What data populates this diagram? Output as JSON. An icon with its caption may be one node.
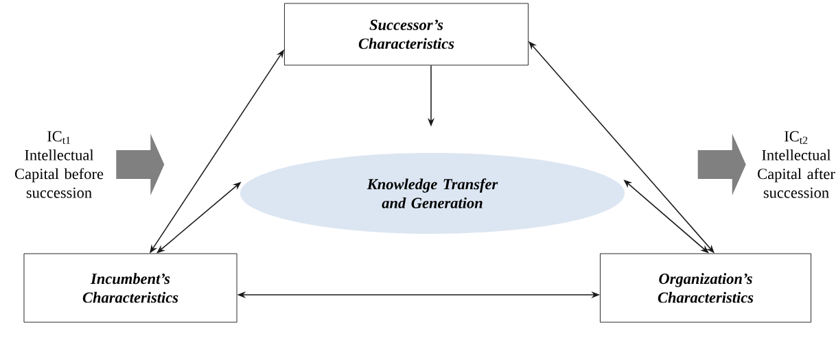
{
  "diagram": {
    "nodes": [
      {
        "text": [
          "Successor’s Characteristics"
        ]
      },
      {
        "text": [
          "Knowledge Transfer and Generation"
        ]
      },
      {
        "text": [
          "IC$_{t1}$",
          "Intellectual Capital before succession"
        ]
      },
      {
        "text": [
          "IC$_{t2}$",
          "Intellectual Capital after succession"
        ]
      },
      {
        "text": [
          "Incumbent’s Characteristics"
        ]
      },
      {
        "text": [
          "Organization’s Characteristics"
        ]
      }
    ],
    "edges": [
      {
        "from": 0,
        "to": 1,
        "arrow": "to"
      },
      {
        "from": 4,
        "to": 0,
        "arrow": "both"
      },
      {
        "from": 4,
        "to": 1,
        "arrow": "both"
      },
      {
        "from": 5,
        "to": 0,
        "arrow": "both"
      },
      {
        "from": 5,
        "to": 1,
        "arrow": "both"
      },
      {
        "from": 4,
        "to": 5,
        "arrow": "both"
      },
      {
        "from": 2,
        "to": null,
        "arrow": "to",
        "style": "thick",
        "color": "#808080"
      },
      {
        "from": null,
        "to": 3,
        "arrow": "to",
        "style": "thick",
        "color": "#808080"
      }
    ]
  }
}
